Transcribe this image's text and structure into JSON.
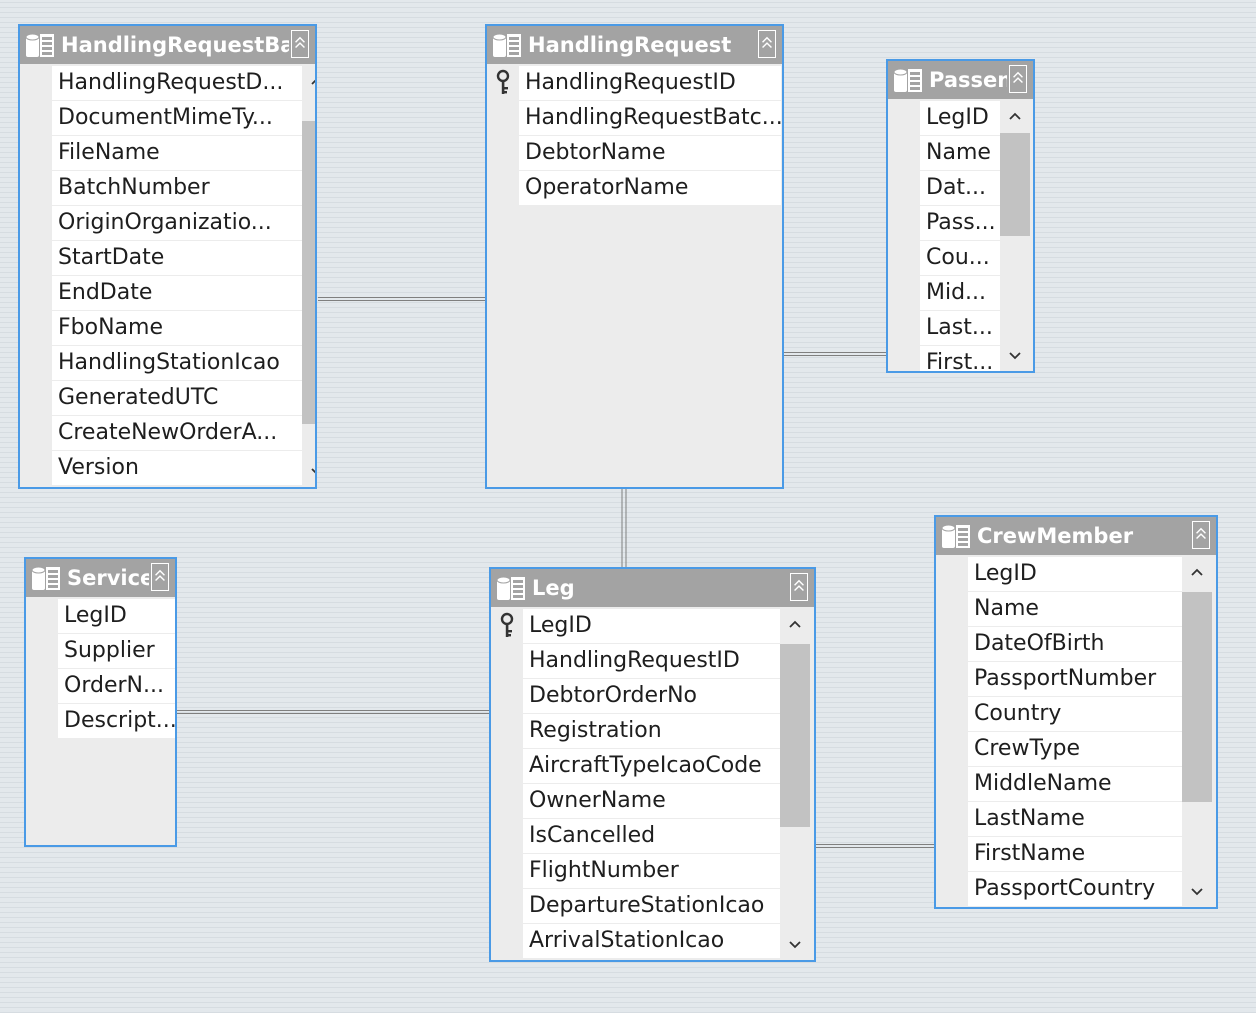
{
  "diagram": {
    "colors": {
      "border": "#4a9ae6",
      "header": "#a3a3a3",
      "header_text": "#ffffff",
      "row_bg": "#ffffff",
      "table_bg": "#ececec",
      "connector": "#7f7f7f"
    },
    "tables": [
      {
        "title": "HandlingRequestBa",
        "icon": "table-icon",
        "fields": [
          {
            "name": "HandlingRequestD...",
            "key": false
          },
          {
            "name": "DocumentMimeTy...",
            "key": false
          },
          {
            "name": "FileName",
            "key": false
          },
          {
            "name": "BatchNumber",
            "key": false
          },
          {
            "name": "OriginOrganizatio...",
            "key": false
          },
          {
            "name": "StartDate",
            "key": false
          },
          {
            "name": "EndDate",
            "key": false
          },
          {
            "name": "FboName",
            "key": false
          },
          {
            "name": "HandlingStationIcao",
            "key": false
          },
          {
            "name": "GeneratedUTC",
            "key": false
          },
          {
            "name": "CreateNewOrderA...",
            "key": false
          },
          {
            "name": "Version",
            "key": false
          }
        ],
        "scrollbar": {
          "thumb_start": 0.13,
          "thumb_end": 0.85
        }
      },
      {
        "title": "HandlingRequest",
        "icon": "table-icon",
        "fields": [
          {
            "name": "HandlingRequestID",
            "key": true
          },
          {
            "name": "HandlingRequestBatc...",
            "key": false
          },
          {
            "name": "DebtorName",
            "key": false
          },
          {
            "name": "OperatorName",
            "key": false
          }
        ],
        "scrollbar": null
      },
      {
        "title": "Passen",
        "icon": "table-icon",
        "fields": [
          {
            "name": "LegID",
            "key": false
          },
          {
            "name": "Name",
            "key": false
          },
          {
            "name": "Dat...",
            "key": false
          },
          {
            "name": "Pass...",
            "key": false
          },
          {
            "name": "Cou...",
            "key": false
          },
          {
            "name": "Mid...",
            "key": false
          },
          {
            "name": "Last...",
            "key": false
          },
          {
            "name": "First...",
            "key": false
          }
        ],
        "scrollbar": {
          "thumb_start": 0.12,
          "thumb_end": 0.5
        }
      },
      {
        "title": "Service",
        "icon": "table-icon",
        "fields": [
          {
            "name": "LegID",
            "key": false
          },
          {
            "name": "Supplier",
            "key": false
          },
          {
            "name": "OrderN...",
            "key": false
          },
          {
            "name": "Descript...",
            "key": false
          }
        ],
        "scrollbar": null
      },
      {
        "title": "Leg",
        "icon": "table-icon",
        "fields": [
          {
            "name": "LegID",
            "key": true
          },
          {
            "name": "HandlingRequestID",
            "key": false
          },
          {
            "name": "DebtorOrderNo",
            "key": false
          },
          {
            "name": "Registration",
            "key": false
          },
          {
            "name": "AircraftTypeIcaoCode",
            "key": false
          },
          {
            "name": "OwnerName",
            "key": false
          },
          {
            "name": "IsCancelled",
            "key": false
          },
          {
            "name": "FlightNumber",
            "key": false
          },
          {
            "name": "DepartureStationIcao",
            "key": false
          },
          {
            "name": "ArrivalStationIcao",
            "key": false
          }
        ],
        "scrollbar": {
          "thumb_start": 0.1,
          "thumb_end": 0.62
        }
      },
      {
        "title": "CrewMember",
        "icon": "table-icon",
        "fields": [
          {
            "name": "LegID",
            "key": false
          },
          {
            "name": "Name",
            "key": false
          },
          {
            "name": "DateOfBirth",
            "key": false
          },
          {
            "name": "PassportNumber",
            "key": false
          },
          {
            "name": "Country",
            "key": false
          },
          {
            "name": "CrewType",
            "key": false
          },
          {
            "name": "MiddleName",
            "key": false
          },
          {
            "name": "LastName",
            "key": false
          },
          {
            "name": "FirstName",
            "key": false
          },
          {
            "name": "PassportCountry",
            "key": false
          }
        ],
        "scrollbar": {
          "thumb_start": 0.1,
          "thumb_end": 0.7
        }
      }
    ],
    "relationships": [
      {
        "from": "HandlingRequestBa",
        "to": "HandlingRequest"
      },
      {
        "from": "HandlingRequest",
        "to": "Passen"
      },
      {
        "from": "HandlingRequest",
        "to": "Leg"
      },
      {
        "from": "Service",
        "to": "Leg"
      },
      {
        "from": "Leg",
        "to": "CrewMember"
      }
    ]
  }
}
